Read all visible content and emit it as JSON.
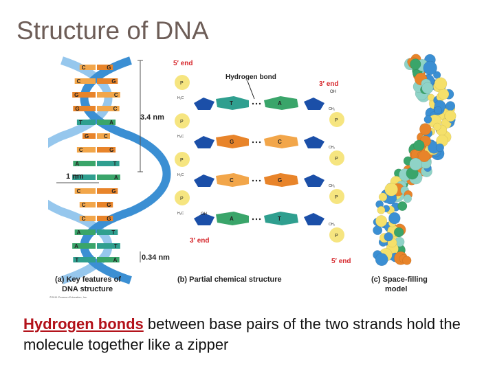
{
  "slide": {
    "title": "Structure of DNA",
    "caption_highlight": "Hydrogen bonds",
    "caption_rest": " between base pairs of the two strands hold the molecule together like a zipper"
  },
  "figure": {
    "panel_a": {
      "caption_line1": "(a) Key features of",
      "caption_line2": "DNA structure",
      "copyright": "©2011 Pearson Education, Inc.",
      "dim_helix": "3.4 nm",
      "dim_width": "1 nm",
      "dim_step": "0.34 nm",
      "base_pairs": [
        [
          "C",
          "G"
        ],
        [
          "C",
          "G"
        ],
        [
          "G",
          "C"
        ],
        [
          "G",
          "C"
        ],
        [
          "T",
          "A"
        ],
        [
          "G",
          "C"
        ],
        [
          "C",
          "G"
        ],
        [
          "A",
          "T"
        ],
        [
          "T",
          "A"
        ],
        [
          "C",
          "G"
        ],
        [
          "C",
          "G"
        ],
        [
          "C",
          "G"
        ],
        [
          "A",
          "T"
        ],
        [
          "A",
          "T"
        ],
        [
          "T",
          "A"
        ]
      ]
    },
    "panel_b": {
      "caption": "(b) Partial chemical structure",
      "top_left_end": "5′ end",
      "top_right_end": "3′ end",
      "bottom_left_end": "3′ end",
      "bottom_right_end": "5′ end",
      "hbond_label": "Hydrogen bond",
      "oh_label": "OH",
      "ch2_label": "H₂C",
      "ch2_right_label": "CH₂",
      "phosphate_p": "P",
      "pairs": [
        {
          "left": "T",
          "right": "A"
        },
        {
          "left": "G",
          "right": "C"
        },
        {
          "left": "C",
          "right": "G"
        },
        {
          "left": "A",
          "right": "T"
        }
      ]
    },
    "panel_c": {
      "caption_line1": "(c) Space-filling",
      "caption_line2": "model"
    }
  },
  "colors": {
    "title": "#6d5d57",
    "highlight": "#b3121a",
    "backbone_blue": "#3b8fd3",
    "adenine_green": "#3aa56a",
    "thymine_teal": "#2f9f8f",
    "guanine_orange": "#e8842a",
    "cytosine_orange": "#f2a64a",
    "end_label": "#d6262b",
    "sugar_blue": "#1b4fa8",
    "phosphate_yellow": "#f5e06a"
  }
}
